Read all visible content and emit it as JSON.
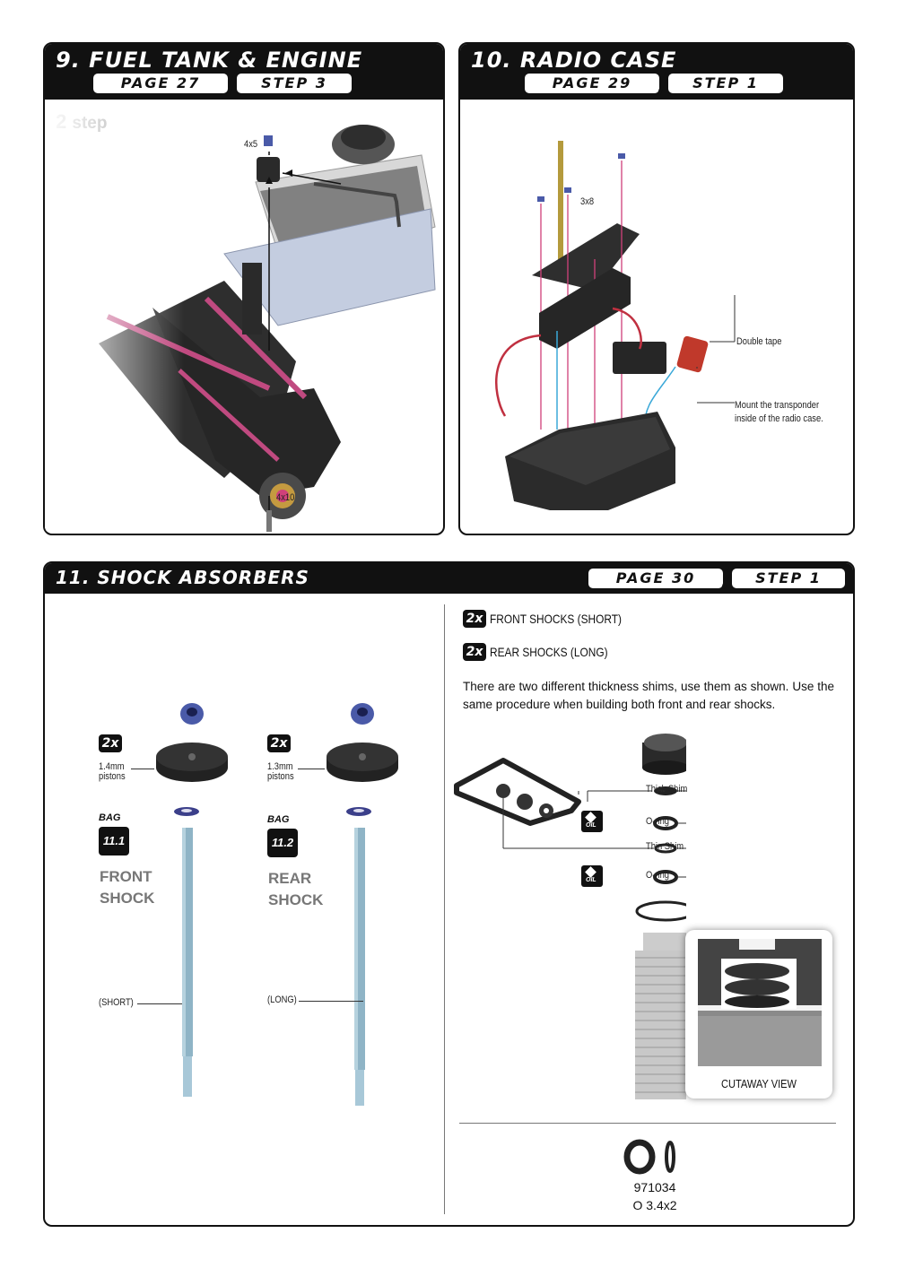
{
  "panel9": {
    "title": "9. FUEL TANK & ENGINE",
    "page": "PAGE 27",
    "step": "STEP 3",
    "step_num": "2",
    "step_word": "step",
    "labels": {
      "screw_top": "4x5",
      "screw_bottom": "4x10"
    }
  },
  "panel10": {
    "title": "10. RADIO CASE",
    "page": "PAGE 29",
    "step": "STEP 1",
    "labels": {
      "screw": "3x8",
      "double_tape": "Double tape",
      "transponder_1": "Mount the transponder",
      "transponder_2": "inside of the radio case."
    }
  },
  "panel11": {
    "title": "11. SHOCK ABSORBERS",
    "page": "PAGE 30",
    "step": "STEP 1",
    "front": {
      "qty": "2x",
      "piston_1": "1.4mm",
      "piston_2": "pistons",
      "bag_word": "BAG",
      "bag": "11.1",
      "name_1": "FRONT",
      "name_2": "SHOCK",
      "length": "(SHORT)"
    },
    "rear": {
      "qty": "2x",
      "piston_1": "1.3mm",
      "piston_2": "pistons",
      "bag_word": "BAG",
      "bag": "11.2",
      "name_1": "REAR",
      "name_2": "SHOCK",
      "length": "(LONG)"
    },
    "list": [
      {
        "qty": "2x",
        "text": "FRONT SHOCKS (SHORT)"
      },
      {
        "qty": "2x",
        "text": "REAR SHOCKS (LONG)"
      }
    ],
    "instructions": "There are two different thickness shims, use them as shown. Use the same procedure when building both front and rear shocks.",
    "parts": {
      "thick_shim": "Thick Shim",
      "oring_1": "O-ring",
      "thin_shim": "Thin Shim",
      "oring_2": "O-ring",
      "oil": "OIL"
    },
    "cutaway": "CUTAWAY VIEW",
    "part_number": "971034",
    "part_spec": "O 3.4x2"
  },
  "colors": {
    "header": "#111111",
    "part_dark": "#2a2a2a",
    "shaft": "#8fb4c6",
    "nut_blue": "#4a5aa8",
    "pink": "#d0407a",
    "cyan": "#3aa8d8"
  }
}
